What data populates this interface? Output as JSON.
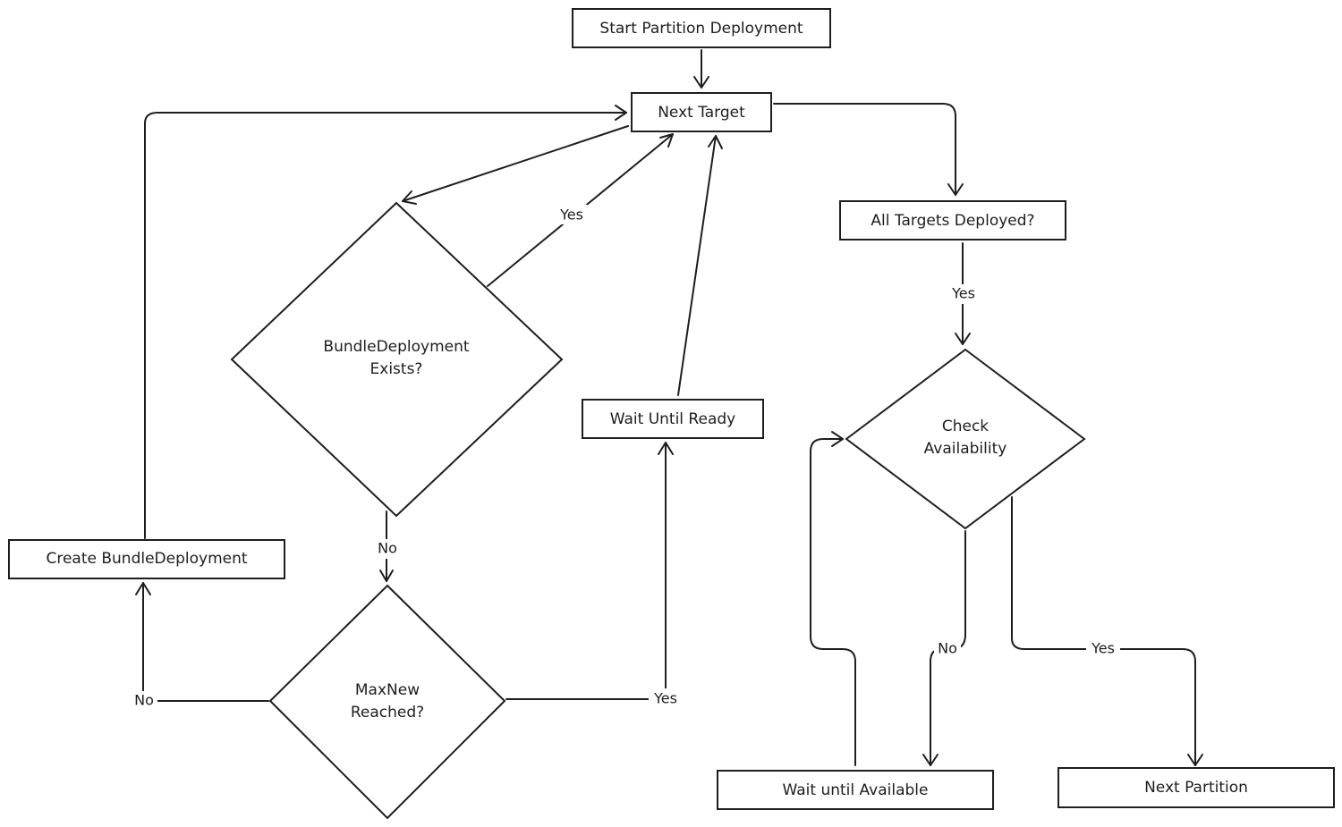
{
  "nodes": {
    "start": {
      "label": "Start Partition Deployment"
    },
    "next_target": {
      "label": "Next Target"
    },
    "bundle_exists": {
      "line1": "BundleDeployment",
      "line2": "Exists?"
    },
    "create_bundle": {
      "label": "Create BundleDeployment"
    },
    "maxnew": {
      "line1": "MaxNew",
      "line2": "Reached?"
    },
    "wait_ready": {
      "label": "Wait Until Ready"
    },
    "all_targets": {
      "label": "All Targets Deployed?"
    },
    "check_avail": {
      "line1": "Check",
      "line2": "Availability"
    },
    "wait_available": {
      "label": "Wait until Available"
    },
    "next_partition": {
      "label": "Next Partition"
    }
  },
  "edges": {
    "bundle_yes": "Yes",
    "bundle_no": "No",
    "maxnew_no": "No",
    "maxnew_yes": "Yes",
    "all_targets_yes": "Yes",
    "check_no": "No",
    "check_yes": "Yes"
  }
}
